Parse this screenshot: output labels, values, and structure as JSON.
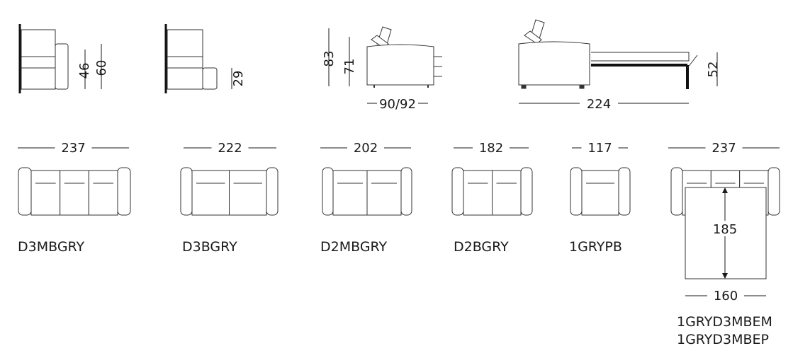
{
  "dimensions": {
    "arm_inner_height": "46",
    "arm_outer_height": "60",
    "arm_low_height": "29",
    "back_height": "83",
    "seat_height": "71",
    "depth": "90/92",
    "bed_open_depth": "224",
    "bed_height": "52"
  },
  "models": [
    {
      "code": "D3MBGRY",
      "width": "237"
    },
    {
      "code": "D3BGRY",
      "width": "222"
    },
    {
      "code": "D2MBGRY",
      "width": "202"
    },
    {
      "code": "D2BGRY",
      "width": "182"
    },
    {
      "code": "1GRYPB",
      "width": "117"
    },
    {
      "code": "1GRYD3MBEM",
      "code2": "1GRYD3MBEP",
      "width": "237",
      "bed_length": "185",
      "bed_width": "160"
    }
  ]
}
